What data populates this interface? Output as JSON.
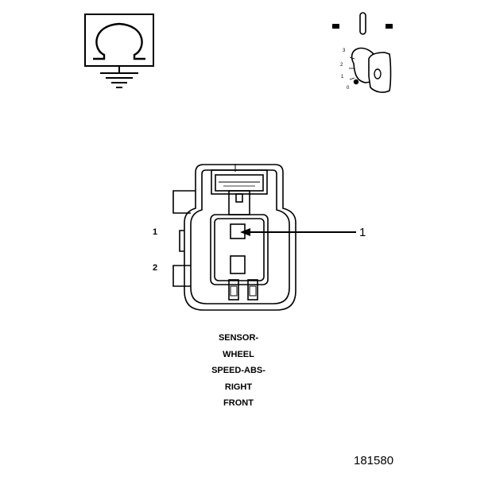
{
  "connector": {
    "pin_labels": [
      "1",
      "2"
    ],
    "callout_label": "1"
  },
  "ignition": {
    "positions": [
      "3",
      "2",
      "1",
      "0"
    ]
  },
  "caption": {
    "lines": [
      "SENSOR-",
      "WHEEL",
      "SPEED-ABS-",
      "RIGHT",
      "FRONT"
    ]
  },
  "figure_number": "181580",
  "icons": {
    "ground": "ground-ohm-icon",
    "ignition": "ignition-key-icon"
  },
  "colors": {
    "stroke": "#000000",
    "background": "#ffffff"
  }
}
